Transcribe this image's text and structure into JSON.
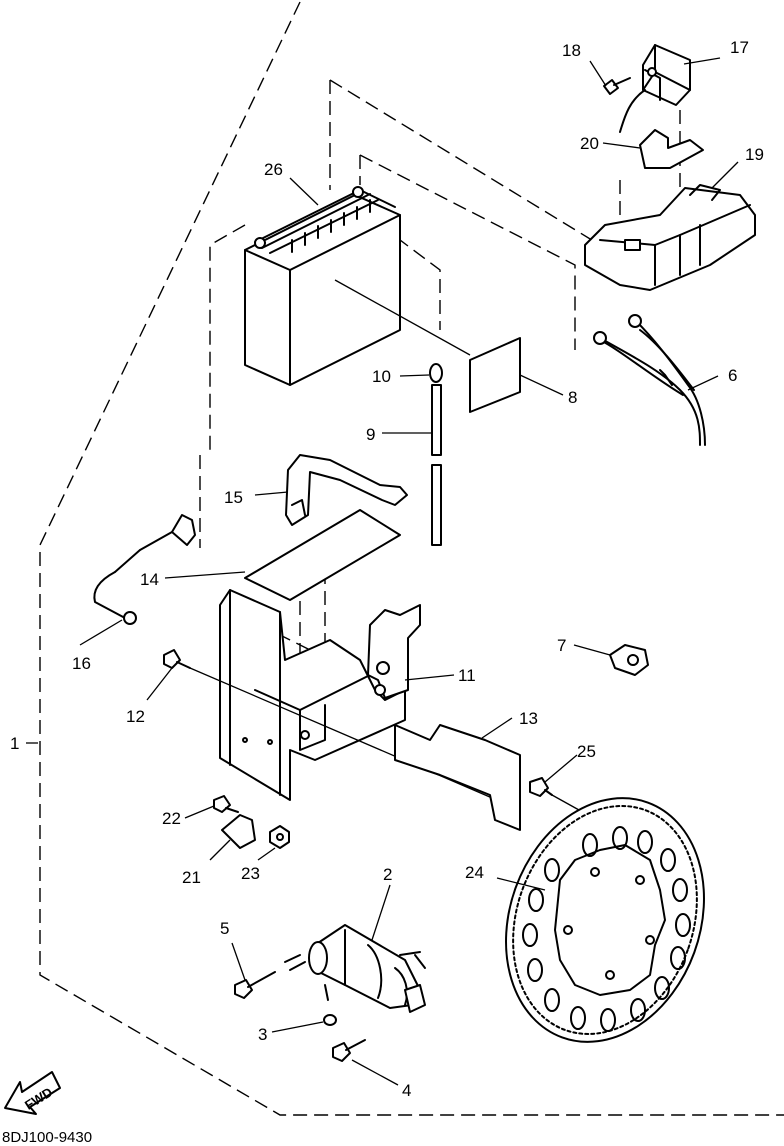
{
  "diagram_code": "8DJ100-9430",
  "fwd_label": "FWD",
  "callouts": {
    "c1": "1",
    "c2": "2",
    "c3": "3",
    "c4": "4",
    "c5": "5",
    "c6": "6",
    "c7": "7",
    "c8": "8",
    "c9": "9",
    "c10": "10",
    "c11": "11",
    "c12": "12",
    "c13": "13",
    "c14": "14",
    "c15": "15",
    "c16": "16",
    "c17": "17",
    "c18": "18",
    "c19": "19",
    "c20": "20",
    "c21": "21",
    "c22": "22",
    "c23": "23",
    "c24": "24",
    "c25": "25",
    "c26": "26"
  }
}
